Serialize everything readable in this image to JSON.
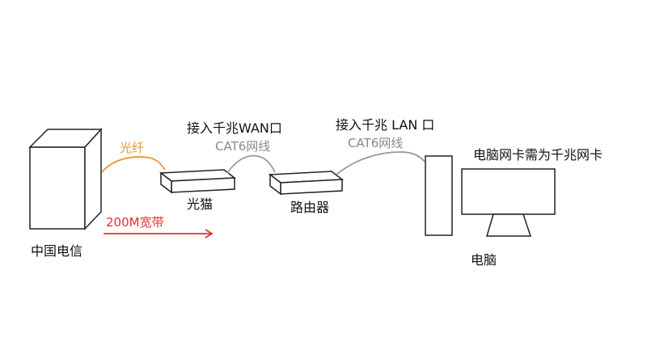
{
  "labels": {
    "telecom": "中国电信",
    "fiber": "光纤",
    "bandwidth": "200M宽带",
    "modem": "光猫",
    "router": "路由器",
    "wan_port": "接入千兆WAN口",
    "cable1": "CAT6网线",
    "lan_port": "接入千兆 LAN 口",
    "cable2": "CAT6网线",
    "pc_note": "电脑网卡需为千兆网卡",
    "computer": "电脑"
  },
  "colors": {
    "outline": "#222222",
    "fiber_line": "#f0932b",
    "fiber_text": "#f0932b",
    "bandwidth": "#e03131",
    "cable_line": "#9a9a9a",
    "cable_text": "#8a8a8a",
    "text": "#111111"
  }
}
